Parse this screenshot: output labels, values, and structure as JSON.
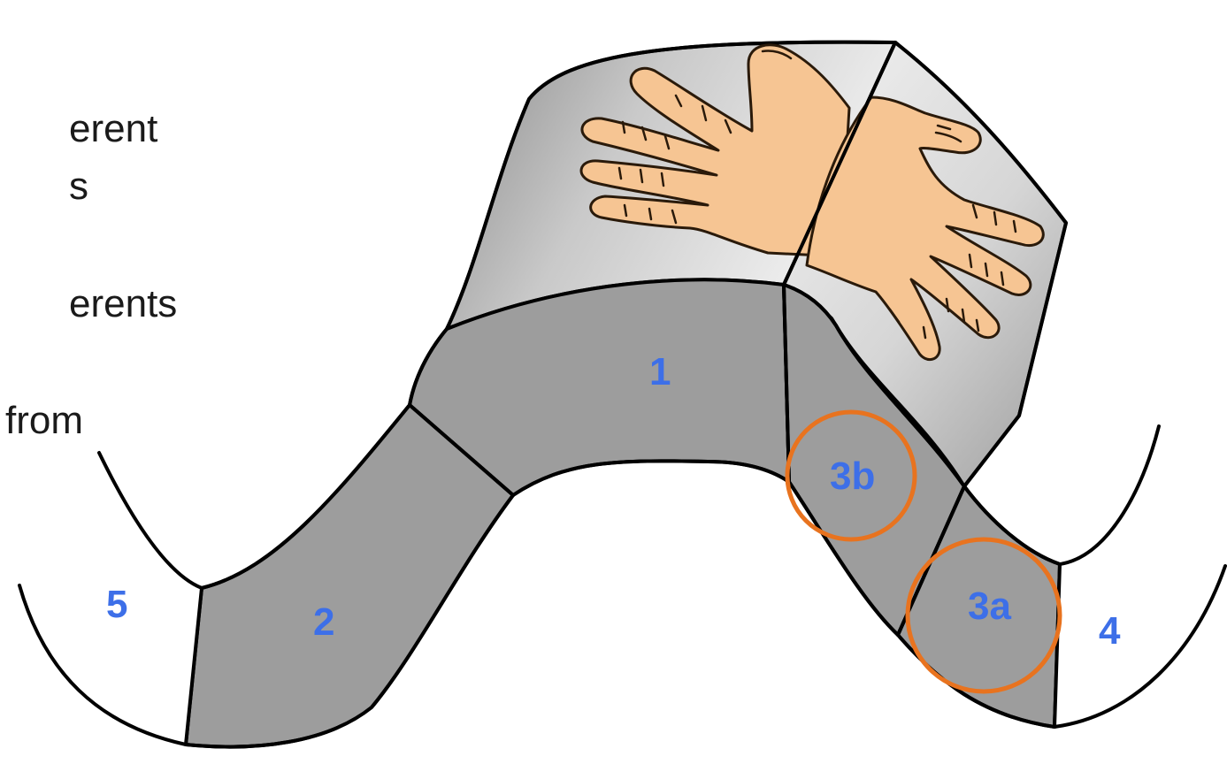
{
  "side_text": {
    "line1": "erent",
    "line2": "s",
    "line3": "erents",
    "line4": "from"
  },
  "regions": {
    "r1": "1",
    "r2": "2",
    "r3a": "3a",
    "r3b": "3b",
    "r4": "4",
    "r5": "5"
  },
  "colors": {
    "region_gray": "#9d9d9d",
    "skin": "#f6c593",
    "ring": "#e8731f",
    "label_blue": "#3d6fe8"
  }
}
